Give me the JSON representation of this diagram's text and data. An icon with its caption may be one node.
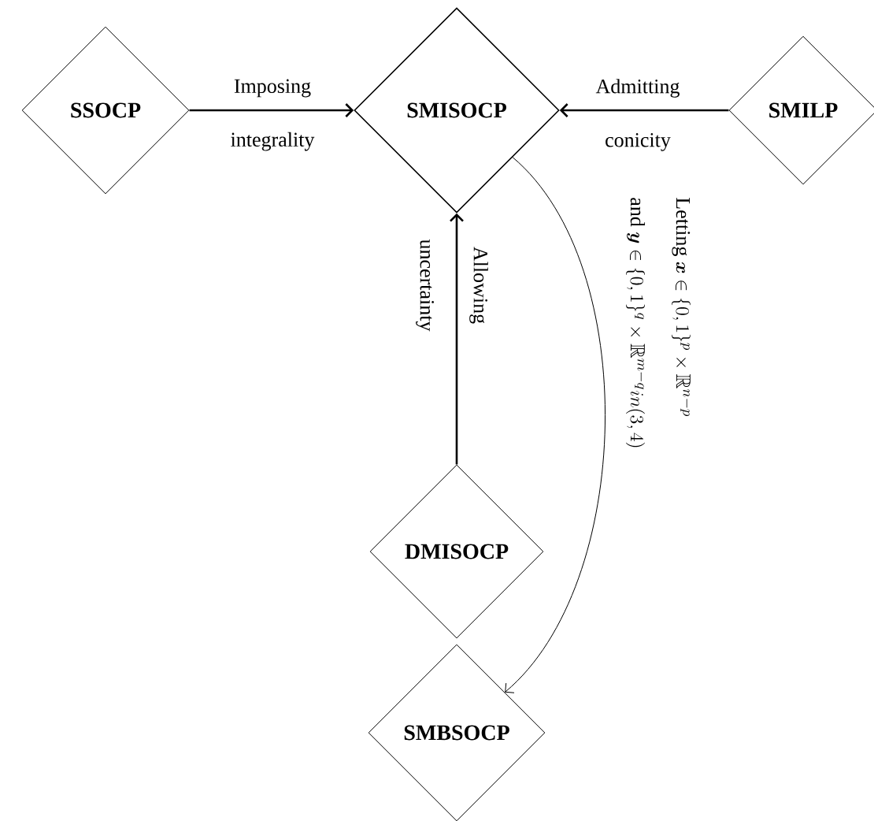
{
  "diagram": {
    "nodes": [
      {
        "text": [
          "SSOCP"
        ]
      },
      {
        "text": [
          "SMISOCP"
        ]
      },
      {
        "text": [
          "SMILP"
        ]
      },
      {
        "text": [
          "DMISOCP"
        ]
      },
      {
        "text": [
          "SMBSOCP"
        ]
      }
    ],
    "edges": [
      {
        "from": 0,
        "to": 1,
        "arrow": "to",
        "label": "Imposing integrality"
      },
      {
        "from": 2,
        "to": 1,
        "arrow": "to",
        "label": "Admitting conicity"
      },
      {
        "from": 3,
        "to": 1,
        "arrow": "to",
        "label": "Allowing uncertainty"
      },
      {
        "from": 1,
        "to": 4,
        "arrow": "to",
        "label": "\\begin{array}{l}\\text{Letting } \\boldsymbol{x}\\in\\{0,1\\}^p\\times\\mathbb{R}^{n-p}\\\\[14pt] \\text{and } \\boldsymbol{y}\\in\\{0,1\\}^q\\times\\mathbb{R}^{m-q} in(3,4)\\end{array}"
      }
    ]
  }
}
